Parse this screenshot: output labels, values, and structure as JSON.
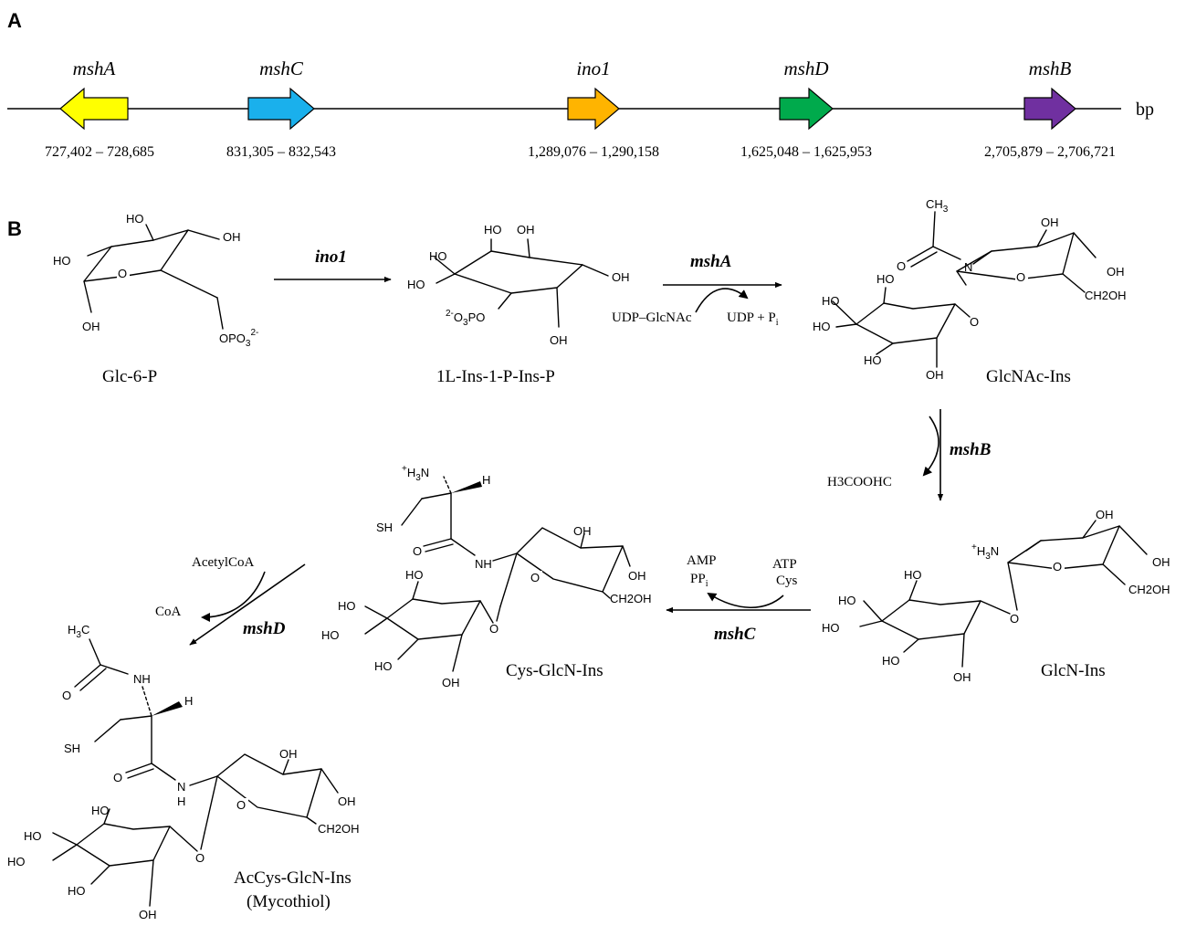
{
  "panels": {
    "a": "A",
    "b": "B"
  },
  "genome": {
    "unit": "bp",
    "genes": [
      {
        "name": "mshA",
        "range": "727,402 – 728,685",
        "direction": "left",
        "color": "#ffff00"
      },
      {
        "name": "mshC",
        "range": "831,305 – 832,543",
        "direction": "right",
        "color": "#1ab0ec"
      },
      {
        "name": "ino1",
        "range": "1,289,076 – 1,290,158",
        "direction": "right",
        "color": "#ffb400"
      },
      {
        "name": "mshD",
        "range": "1,625,048 – 1,625,953",
        "direction": "right",
        "color": "#00aa4c"
      },
      {
        "name": "mshB",
        "range": "2,705,879 – 2,706,721",
        "direction": "right",
        "color": "#7030a0"
      }
    ]
  },
  "compounds": {
    "glc6p": "Glc-6-P",
    "insp": "1L-Ins-1-P-Ins-P",
    "glcnacins": "GlcNAc-Ins",
    "glcnins": "GlcN-Ins",
    "cysglcnins": "Cys-GlcN-Ins",
    "acmsh": "AcCys-GlcN-Ins",
    "acmsh_note": "(Mycothiol)"
  },
  "reactions": {
    "ino1": {
      "enzyme": "ino1"
    },
    "mshA": {
      "enzyme": "mshA",
      "substrate": "UDP–GlcNAc",
      "product_main": "UDP + P",
      "product_sub": "i"
    },
    "mshB": {
      "enzyme": "mshB",
      "byproduct": "H3COOHC"
    },
    "mshC": {
      "enzyme": "mshC",
      "in1": "ATP",
      "in2": "Cys",
      "out1": "AMP",
      "out2_main": "PP",
      "out2_sub": "i"
    },
    "mshD": {
      "enzyme": "mshD",
      "in": "AcetylCoA",
      "out": "CoA"
    }
  },
  "atoms": {
    "oh": "OH",
    "ho": "HO",
    "o": "O",
    "h": "H",
    "sh": "SH",
    "nh": "NH",
    "n": "N",
    "ch2oh": "CH2OH",
    "opo3_main": "OPO",
    "opo3_sub": "3",
    "opo3_sup": "2-",
    "o3po_sup": "2-",
    "o3po_a": "O",
    "o3po_sub": "3",
    "o3po_b": "PO",
    "ch3_main": "CH",
    "ch3_sub": "3",
    "h3c_main": "H",
    "h3c_sub": "3",
    "h3c_tail": "C",
    "h3n_sup": "+",
    "h3n_main": "H",
    "h3n_sub": "3",
    "h3n_tail": "N"
  }
}
